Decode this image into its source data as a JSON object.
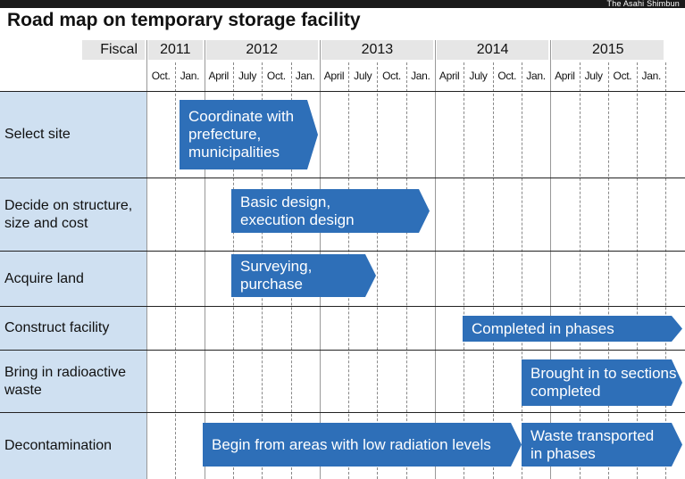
{
  "title": "Road map on temporary storage facility",
  "credit": "The Asahi Shimbun",
  "fiscal_label": "Fiscal",
  "years": [
    "2011",
    "2012",
    "2013",
    "2014",
    "2015"
  ],
  "months": [
    "Oct.",
    "Jan.",
    "April",
    "July",
    "Oct.",
    "Jan.",
    "April",
    "July",
    "Oct.",
    "Jan.",
    "April",
    "July",
    "Oct.",
    "Jan.",
    "April",
    "July",
    "Oct.",
    "Jan."
  ],
  "tasks": [
    {
      "label": "Select site",
      "bar": "Coordinate with\nprefecture,\nmunicipalities"
    },
    {
      "label": "Decide on structure,\nsize and cost",
      "bar": "Basic design,\nexecution design"
    },
    {
      "label": "Acquire land",
      "bar": "Surveying,\npurchase"
    },
    {
      "label": "Construct facility",
      "bar": "Completed in phases"
    },
    {
      "label": "Bring in radioactive\nwaste",
      "bar": "Brought in to sections\ncompleted"
    },
    {
      "label": "Decontamination",
      "bar": "Begin from areas with low radiation levels",
      "bar2": "Waste transported\nin phases"
    }
  ],
  "colors": {
    "bar": "#2e6fb8",
    "task_cell": "#cfe0f1",
    "header": "#e6e6e6"
  }
}
